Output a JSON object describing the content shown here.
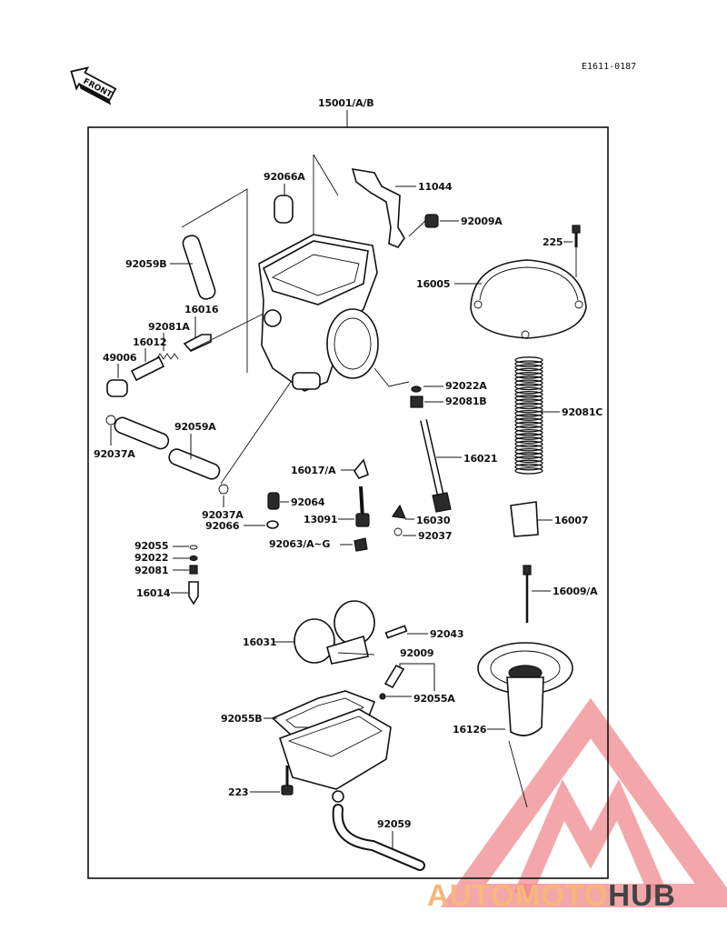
{
  "diagram": {
    "code": "E1611-0187",
    "front_label": "FRONT",
    "assembly_label": "15001/A/B",
    "parts": {
      "p92066A": "92066A",
      "p11044": "11044",
      "p92009A": "92009A",
      "p225": "225",
      "p92059B": "92059B",
      "p16005": "16005",
      "p16016": "16016",
      "p92081A": "92081A",
      "p16012": "16012",
      "p49006": "49006",
      "p92022A": "92022A",
      "p92081B": "92081B",
      "p92081C": "92081C",
      "p92037A_l": "92037A",
      "p92059A": "92059A",
      "p16021": "16021",
      "p16017A": "16017/A",
      "p92037A_b": "92037A",
      "p92064": "92064",
      "p92066": "92066",
      "p13091": "13091",
      "p16030": "16030",
      "p92037": "92037",
      "p16007": "16007",
      "p92055": "92055",
      "p92022": "92022",
      "p92081": "92081",
      "p92063": "92063/A~G",
      "p16014": "16014",
      "p16009A": "16009/A",
      "p16031": "16031",
      "p92043": "92043",
      "p92009": "92009",
      "p92055A": "92055A",
      "p92055B": "92055B",
      "p16126": "16126",
      "p223": "223",
      "p92059": "92059"
    }
  },
  "watermark": {
    "part1": "AUTOMOTO",
    "part2": "HUB",
    "colors": {
      "red": "#e8333a",
      "orange": "#f5b87a",
      "dark": "#444444"
    }
  }
}
